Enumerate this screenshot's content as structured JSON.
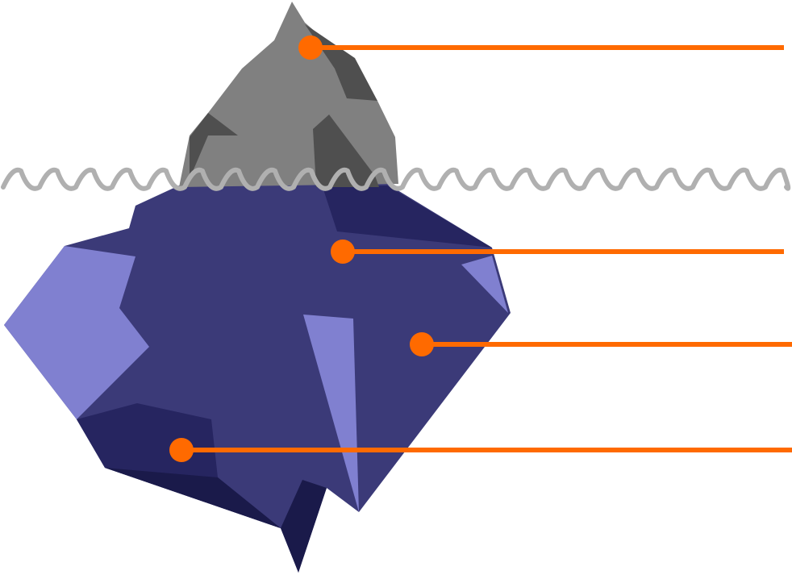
{
  "diagram": {
    "type": "iceberg",
    "colors": {
      "tip_light": "#808080",
      "tip_dark": "#4f4f4f",
      "water_line": "#b0b0b0",
      "body_main": "#3b3a78",
      "body_light": "#8080d0",
      "body_dark": "#262560",
      "body_darkest": "#1a1a4a",
      "callout": "#ff6a00"
    },
    "callouts": [
      {
        "label": "",
        "region": "tip"
      },
      {
        "label": "",
        "region": "upper-submerged"
      },
      {
        "label": "",
        "region": "middle-submerged"
      },
      {
        "label": "",
        "region": "deep-submerged"
      }
    ]
  }
}
